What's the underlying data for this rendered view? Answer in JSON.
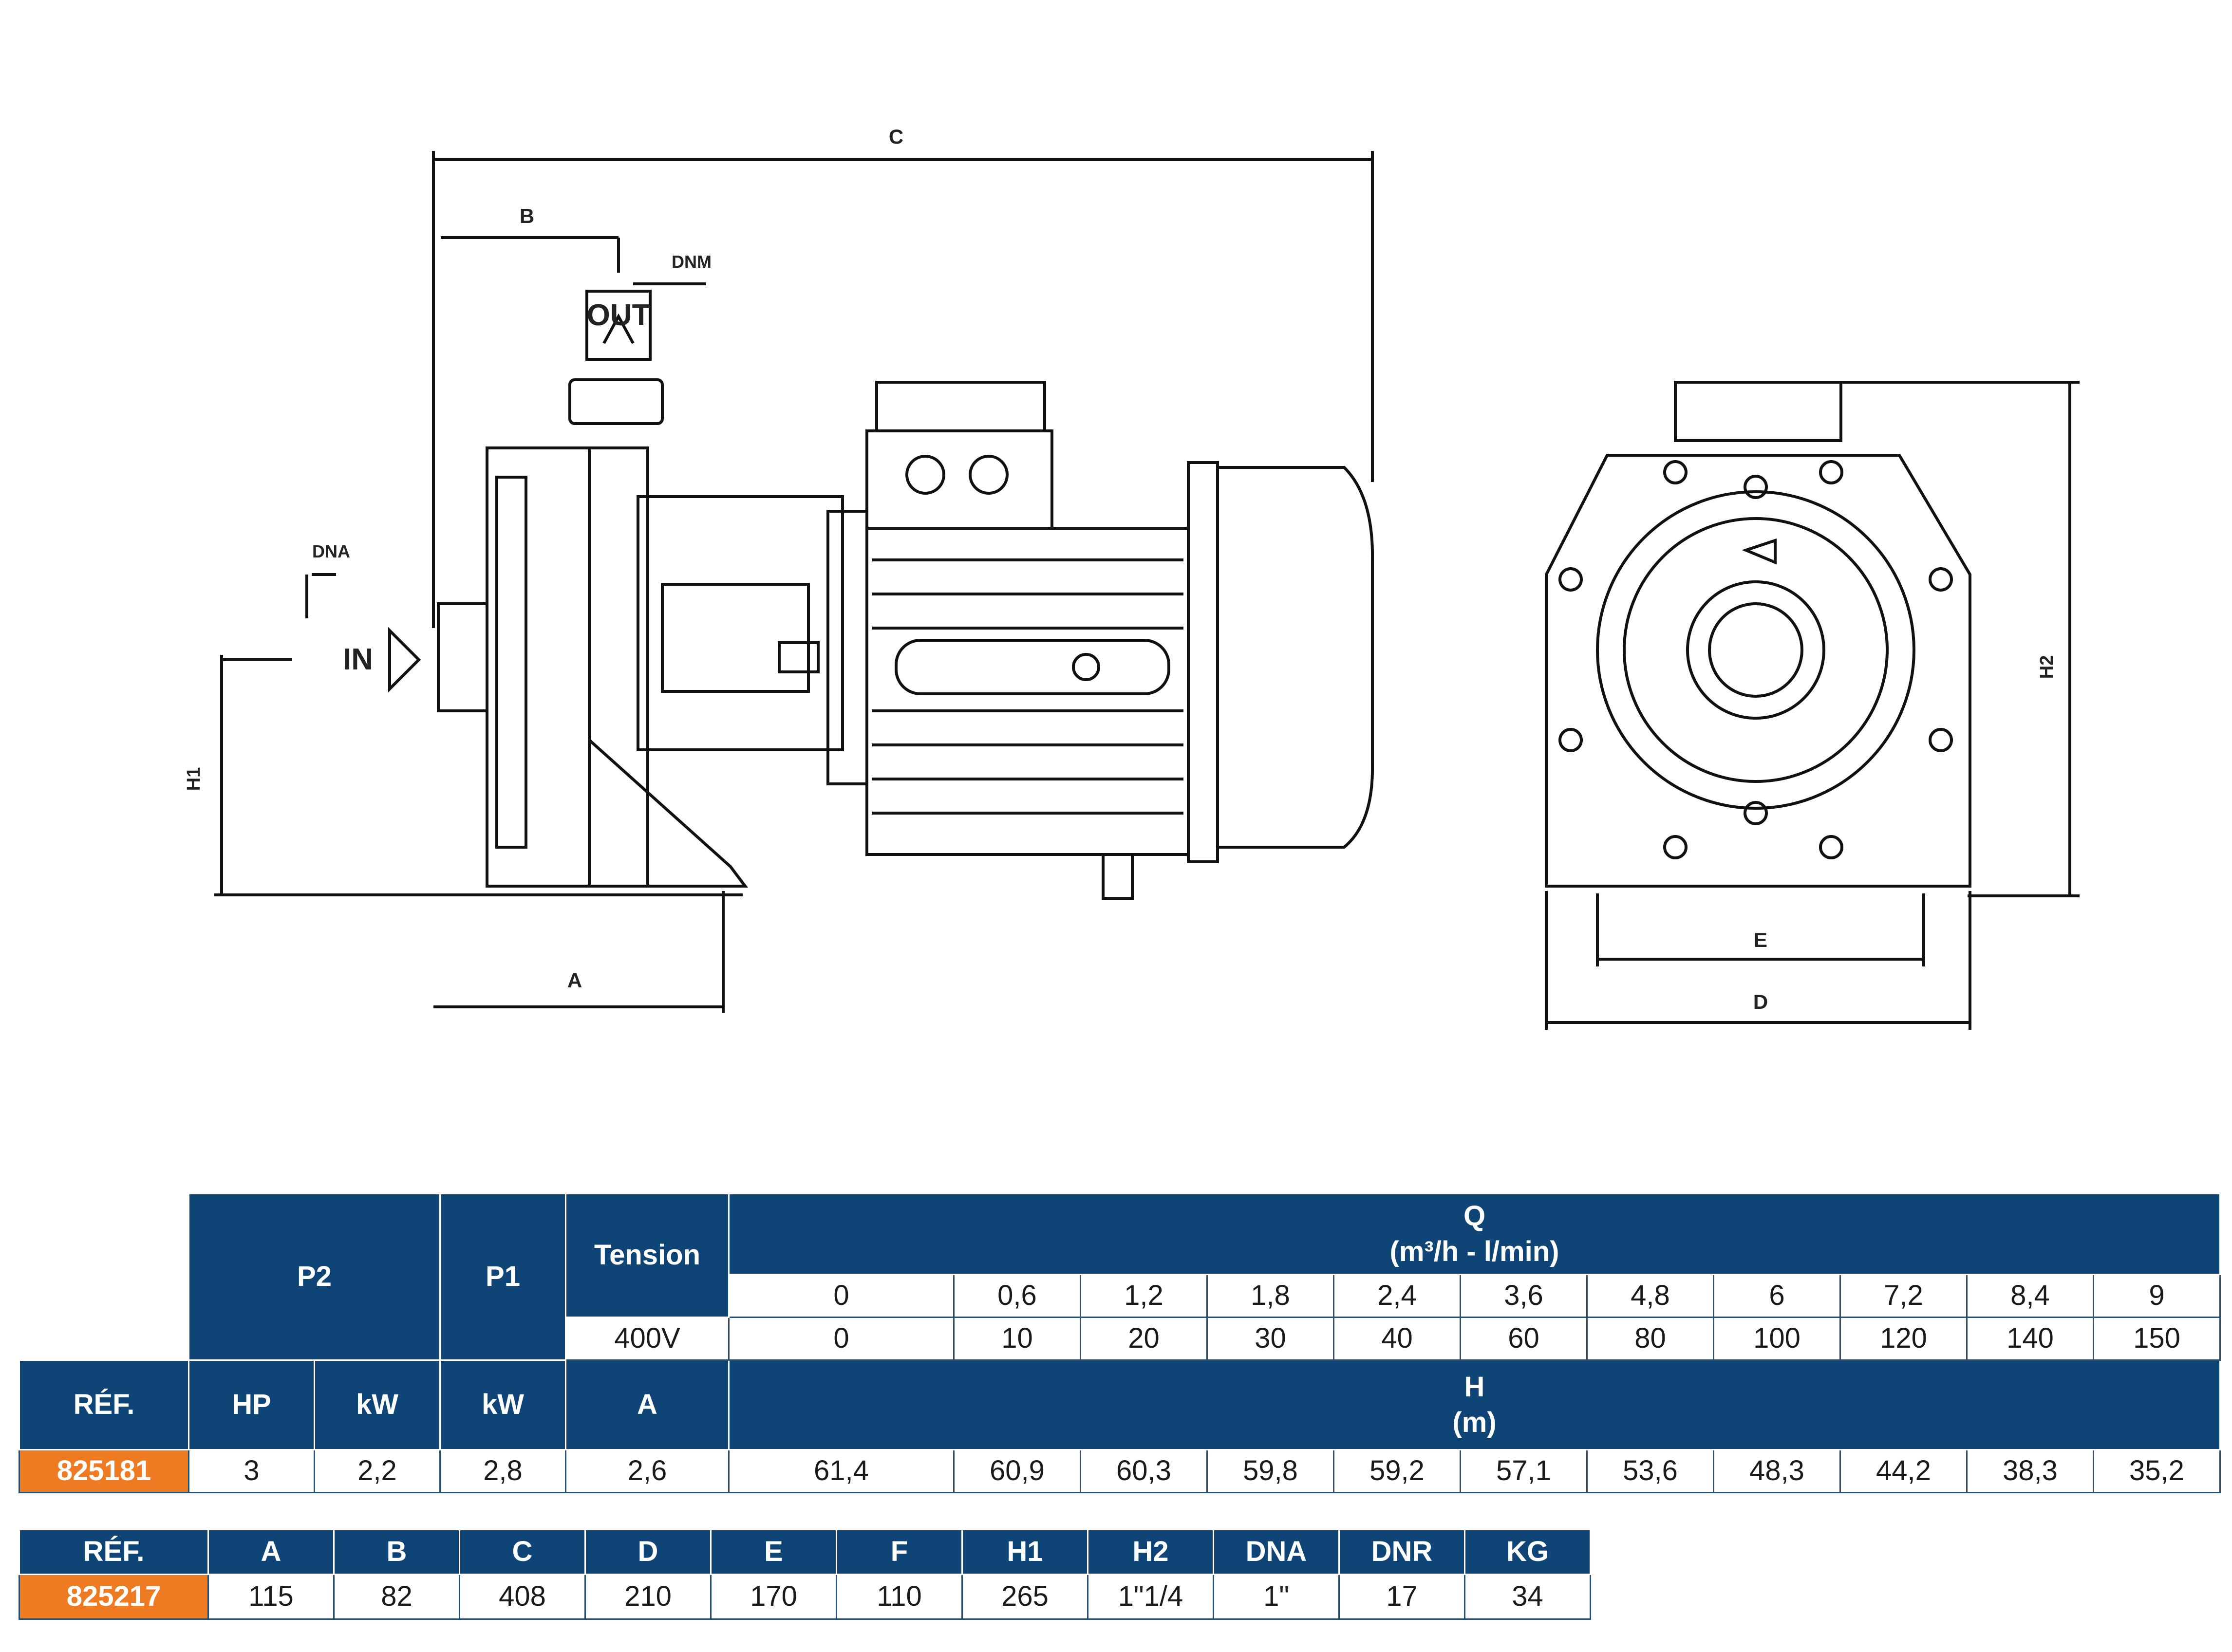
{
  "drawing": {
    "labels": {
      "c": "C",
      "b": "B",
      "dnm": "DNM",
      "out": "OUT",
      "dna": "DNA",
      "in": "IN",
      "h1": "H1",
      "a": "A",
      "h2": "H2",
      "e": "E",
      "d": "D"
    }
  },
  "performance": {
    "headers": {
      "p2": "P2",
      "p1": "P1",
      "tension": "Tension",
      "q_title": "Q",
      "q_units": "(m³/h - l/min)",
      "ref": "RÉF.",
      "hp": "HP",
      "kw_p2": "kW",
      "kw_p1": "kW",
      "amp": "A",
      "voltage": "400V",
      "h_title": "H",
      "h_units": "(m)"
    },
    "q_m3h": [
      "0",
      "0,6",
      "1,2",
      "1,8",
      "2,4",
      "3,6",
      "4,8",
      "6",
      "7,2",
      "8,4",
      "9"
    ],
    "q_lmin": [
      "0",
      "10",
      "20",
      "30",
      "40",
      "60",
      "80",
      "100",
      "120",
      "140",
      "150"
    ],
    "row": {
      "ref": "825181",
      "hp": "3",
      "kw_p2": "2,2",
      "kw_p1": "2,8",
      "amp": "2,6",
      "h": [
        "61,4",
        "60,9",
        "60,3",
        "59,8",
        "59,2",
        "57,1",
        "53,6",
        "48,3",
        "44,2",
        "38,3",
        "35,2"
      ]
    }
  },
  "dimensions": {
    "headers": [
      "RÉF.",
      "A",
      "B",
      "C",
      "D",
      "E",
      "F",
      "H1",
      "H2",
      "DNA",
      "DNR",
      "KG"
    ],
    "values": [
      "825217",
      "115",
      "82",
      "408",
      "210",
      "170",
      "110",
      "265",
      "1\"1/4",
      "1\"",
      "17",
      "34"
    ]
  },
  "colors": {
    "header_blue": "#0e4576",
    "ref_orange": "#ee7a22"
  }
}
